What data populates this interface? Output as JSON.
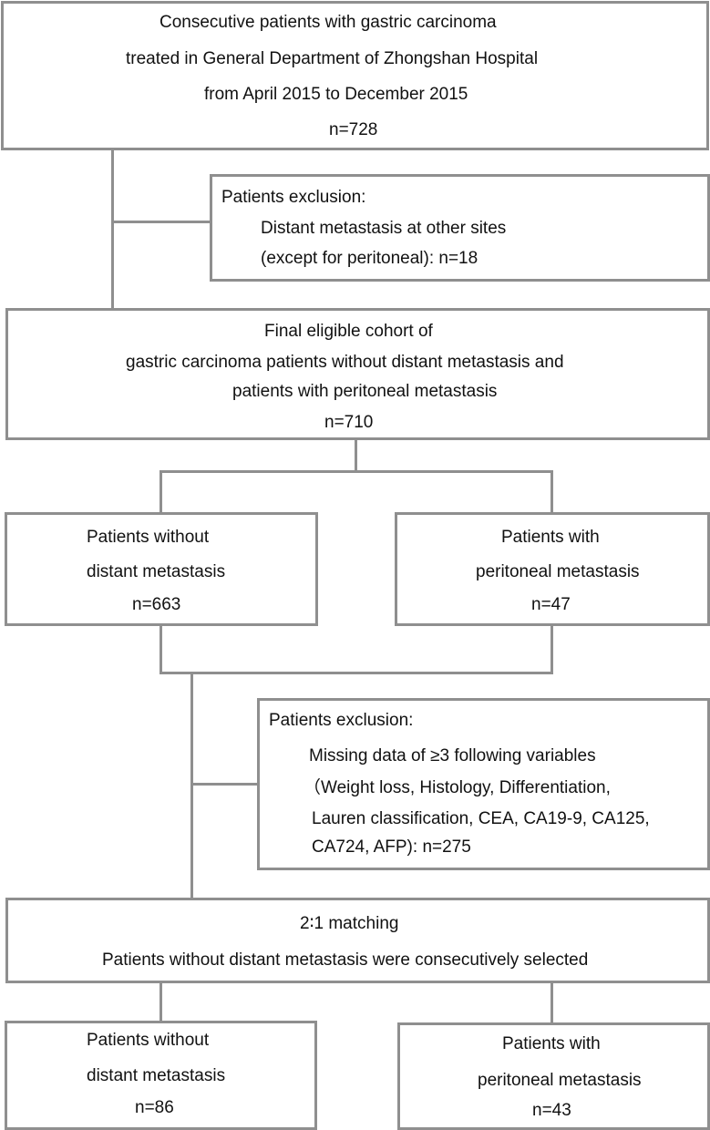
{
  "boxes": {
    "start": {
      "line1": "Consecutive patients  with gastric carcinoma",
      "line2": "treated in General Department of Zhongshan Hospital",
      "line3": "from April 2015 to December 2015",
      "n": "n=728"
    },
    "exclusion1": {
      "title": "Patients exclusion:",
      "line1": "Distant metastasis at other sites",
      "line2": "(except for peritoneal): n=18"
    },
    "cohort": {
      "line1": "Final eligible cohort of",
      "line2": "gastric carcinoma patients without distant metastasis and",
      "line3": "patients with peritoneal metastasis",
      "n": "n=710"
    },
    "without_left": {
      "line1": "Patients without",
      "line2": "distant metastasis",
      "n": "n=663"
    },
    "with_right": {
      "line1": "Patients with",
      "line2": "peritoneal metastasis",
      "n": "n=47"
    },
    "exclusion2": {
      "title": "Patients exclusion:",
      "line1": "Missing data of ≥3 following variables",
      "line2": "（Weight loss, Histology, Differentiation,",
      "line3": "Lauren classification, CEA, CA19-9, CA125,",
      "line4": "CA724, AFP): n=275"
    },
    "matching": {
      "line1": "2∶1 matching",
      "line2": "Patients without distant metastasis were consecutively selected"
    },
    "final_left": {
      "line1": "Patients without",
      "line2": "distant metastasis",
      "n": "n=86"
    },
    "final_right": {
      "line1": "Patients with",
      "line2": "peritoneal metastasis",
      "n": "n=43"
    }
  }
}
